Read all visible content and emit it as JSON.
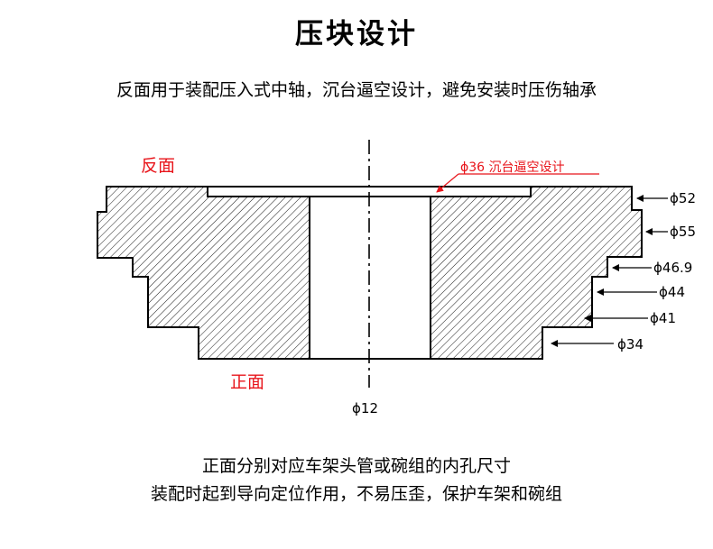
{
  "title": "压块设计",
  "subtitle": "反面用于装配压入式中轴，沉台逼空设计，避免安装时压伤轴承",
  "labels": {
    "back_face": "反面",
    "front_face": "正面",
    "counterbore_note": "ϕ36 沉台逼空设计"
  },
  "dimensions": {
    "d52": "ϕ52",
    "d55": "ϕ55",
    "d46_9": "ϕ46.9",
    "d44": "ϕ44",
    "d41": "ϕ41",
    "d34": "ϕ34",
    "d12": "ϕ12"
  },
  "captions": {
    "line1": "正面分别对应车架头管或碗组的内孔尺寸",
    "line2": "装配时起到导向定位作用，不易压歪，保护车架和碗组"
  },
  "colors": {
    "accent_red": "#e8151b",
    "line": "#000000"
  }
}
